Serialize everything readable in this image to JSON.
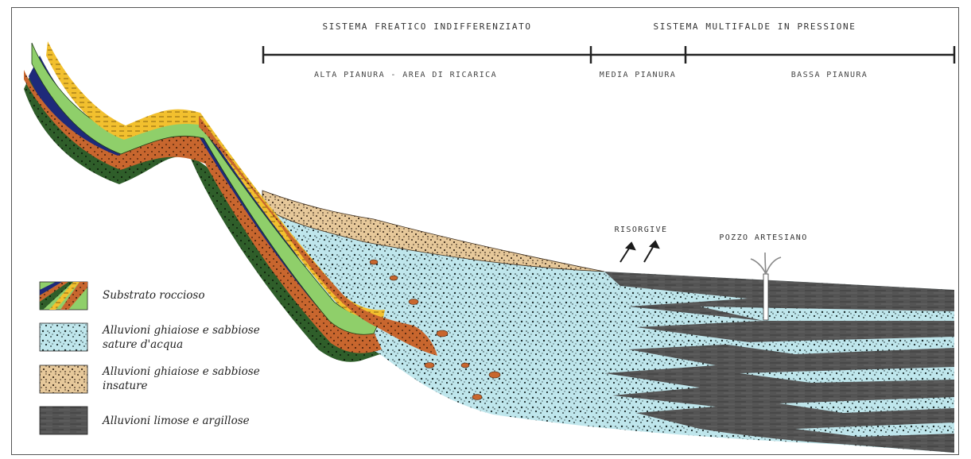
{
  "header": {
    "left_title": "SISTEMA FREATICO INDIFFERENZIATO",
    "right_title": "SISTEMA MULTIFALDE IN PRESSIONE",
    "zones": [
      "ALTA PIANURA - AREA DI RICARICA",
      "MEDIA PIANURA",
      "BASSA PIANURA"
    ]
  },
  "labels": {
    "springs": "RISORGIVE",
    "well": "POZZO ARTESIANO"
  },
  "legend": [
    {
      "lines": [
        "Substrato roccioso"
      ]
    },
    {
      "lines": [
        "Alluvioni ghiaiose e sabbiose",
        "sature d'acqua"
      ]
    },
    {
      "lines": [
        "Alluvioni ghiaiose e sabbiose",
        "insature"
      ]
    },
    {
      "lines": [
        "Alluvioni limose e argillose"
      ]
    }
  ],
  "colors": {
    "green": "#8fcf6a",
    "dark_green": "#2f5e2a",
    "blue": "#1e2a7a",
    "orange": "#c8662e",
    "yellow": "#f2c02e",
    "aquifer": "#bfe6ec",
    "unsaturated": "#e6c89a",
    "clay": "#555555"
  }
}
